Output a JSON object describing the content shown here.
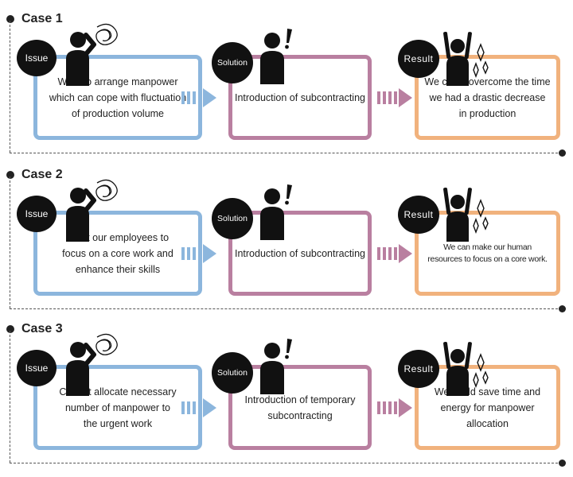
{
  "labels": {
    "issue": "Issue",
    "solution": "Solution",
    "result": "Result"
  },
  "colors": {
    "issue": "#8cb6dd",
    "solution": "#b97fa0",
    "result": "#f1b27d"
  },
  "cases": [
    {
      "title": "Case 1",
      "issue": "Want to arrange manpower\nwhich can cope with fluctuation\nof production volume",
      "solution": "Introduction of subcontracting",
      "result": "We could overcome the time\nwe had a drastic decrease\nin production"
    },
    {
      "title": "Case 2",
      "issue": "Want our employees to\nfocus on a core work and\nenhance their skills",
      "solution": "Introduction of subcontracting",
      "result": "We can make our human\nresources to focus on a core work."
    },
    {
      "title": "Case 3",
      "issue": "Cannot allocate necessary\nnumber of manpower to\nthe urgent work",
      "solution": "Introduction of temporary\nsubcontracting",
      "result": "We could save time and\nenergy for manpower\nallocation"
    }
  ]
}
